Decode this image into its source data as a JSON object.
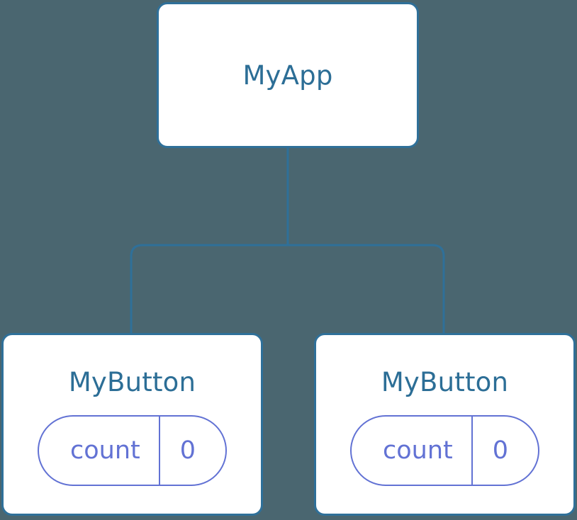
{
  "diagram": {
    "type": "component-tree",
    "background_color": "#4a6670",
    "node_border_color": "#2f7099",
    "node_title_color": "#2c6e96",
    "pill_color": "#6272d4",
    "edge_color": "#2f7099",
    "root": {
      "title": "MyApp"
    },
    "children": [
      {
        "title": "MyButton",
        "state": {
          "key": "count",
          "value": "0"
        }
      },
      {
        "title": "MyButton",
        "state": {
          "key": "count",
          "value": "0"
        }
      }
    ]
  }
}
